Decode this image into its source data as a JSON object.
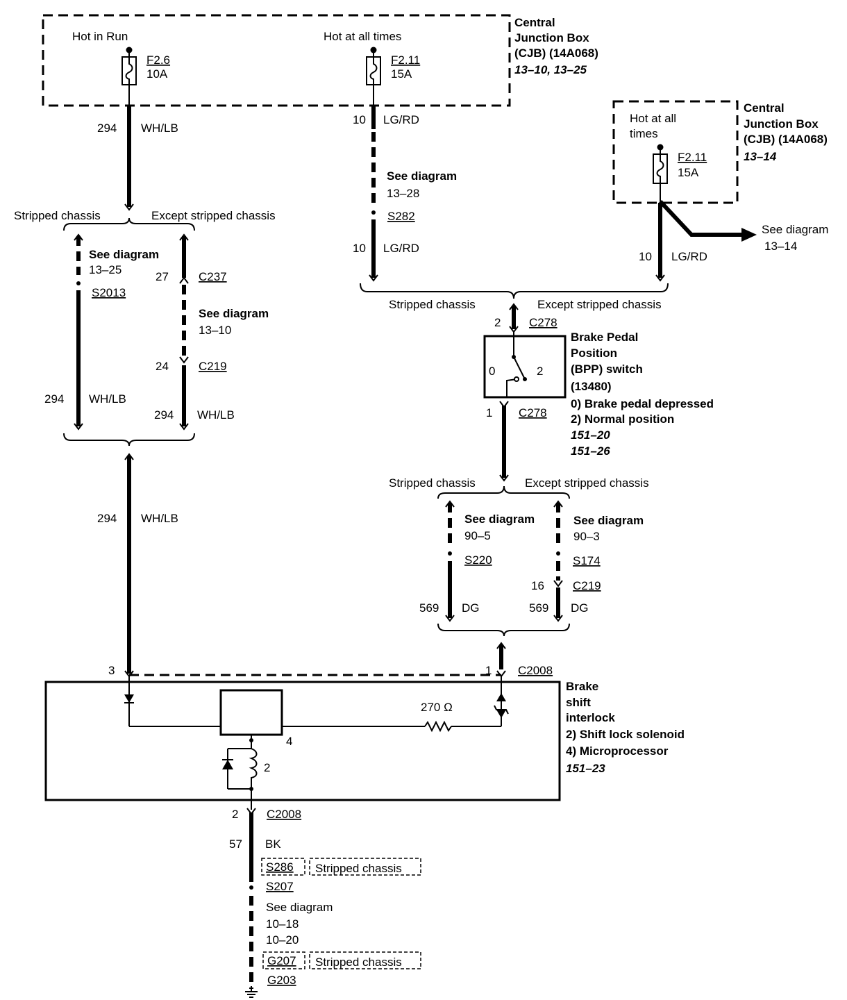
{
  "cjb_top": {
    "title1": "Central",
    "title2": "Junction Box",
    "title3": "(CJB) (14A068)",
    "ref": "13–10, 13–25",
    "hot_run": "Hot in Run",
    "hot_all": "Hot at all times",
    "fuse1_id": "F2.6",
    "fuse1_amp": "10A",
    "fuse2_id": "F2.11",
    "fuse2_amp": "15A"
  },
  "cjb_right": {
    "title1": "Central",
    "title2": "Junction Box",
    "title3": "(CJB) (14A068)",
    "ref": "13–14",
    "hot1": "Hot at all",
    "hot2": "times",
    "fuse_id": "F2.11",
    "fuse_amp": "15A",
    "see": "See diagram",
    "see_ref": "13–14",
    "circuit": "10",
    "color": "LG/RD"
  },
  "left": {
    "circuit_top": "294",
    "color_top": "WH/LB",
    "stripped": "Stripped chassis",
    "except": "Except stripped chassis",
    "see1": "See diagram",
    "see1_ref": "13–25",
    "splice": "S2013",
    "pin_c237": "27",
    "c237": "C237",
    "see2": "See diagram",
    "see2_ref": "13–10",
    "pin_c219": "24",
    "c219": "C219",
    "circuit_a": "294",
    "color_a": "WH/LB",
    "circuit_b": "294",
    "color_b": "WH/LB",
    "circuit_c": "294",
    "color_c": "WH/LB"
  },
  "mid": {
    "circuit_top": "10",
    "color_top": "LG/RD",
    "see": "See diagram",
    "see_ref": "13–28",
    "splice": "S282",
    "circuit_b": "10",
    "color_b": "LG/RD",
    "stripped": "Stripped chassis",
    "except": "Except stripped chassis"
  },
  "bpp": {
    "pin_top": "2",
    "conn_top": "C278",
    "pin_bot": "1",
    "conn_bot": "C278",
    "pos0": "0",
    "pos2": "2",
    "t1": "Brake Pedal",
    "t2": "Position",
    "t3": "(BPP) switch",
    "t4": "(13480)",
    "t5": "0) Brake pedal depressed",
    "t6": "2) Normal position",
    "ref1": "151–20",
    "ref2": "151–26"
  },
  "lower": {
    "stripped": "Stripped chassis",
    "except": "Except stripped chassis",
    "see_a": "See diagram",
    "see_a_ref": "90–5",
    "splice_a": "S220",
    "see_b": "See diagram",
    "see_b_ref": "90–3",
    "splice_b": "S174",
    "pin_c219": "16",
    "c219": "C219",
    "circuit_a": "569",
    "color_a": "DG",
    "circuit_b": "569",
    "color_b": "DG"
  },
  "interlock": {
    "pin3": "3",
    "pin1": "1",
    "conn": "C2008",
    "resistor": "270 Ω",
    "label4": "4",
    "label2": "2",
    "t1": "Brake",
    "t2": "shift",
    "t3": "interlock",
    "t4": "2) Shift lock solenoid",
    "t5": "4) Microprocessor",
    "ref": "151–23"
  },
  "ground": {
    "pin": "2",
    "conn": "C2008",
    "circuit": "57",
    "color": "BK",
    "s286": "S286",
    "stripped1": "Stripped chassis",
    "s207": "S207",
    "see": "See diagram",
    "see_ref1": "10–18",
    "see_ref2": "10–20",
    "g207": "G207",
    "stripped2": "Stripped chassis",
    "g203": "G203"
  }
}
